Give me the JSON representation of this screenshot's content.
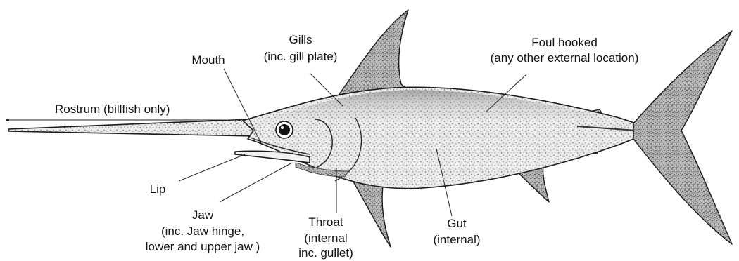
{
  "labels": {
    "rostrum": "Rostrum (billfish only)",
    "mouth": "Mouth",
    "gills_line1": "Gills",
    "gills_line2": "(inc. gill plate)",
    "foul_line1": "Foul hooked",
    "foul_line2": "(any other external location)",
    "lip": "Lip",
    "jaw_line1": "Jaw",
    "jaw_line2": "(inc. Jaw hinge,",
    "jaw_line3": "lower and upper jaw )",
    "throat_line1": "Throat",
    "throat_line2": "(internal",
    "throat_line3": "inc. gullet)",
    "gut_line1": "Gut",
    "gut_line2": "(internal)"
  },
  "colors": {
    "background": "#ffffff",
    "ink": "#1a1a1a",
    "body_fill": "#d9d9d9",
    "body_shade": "#8c8c8c"
  },
  "illustration": "swordfish-stippled-drawing"
}
